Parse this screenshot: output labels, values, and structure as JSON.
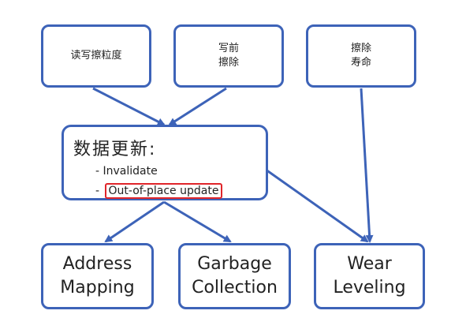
{
  "diagram": {
    "nodes": {
      "rw_granularity": "读写擦粒度",
      "write_before_erase": "写前\n擦除",
      "erase_life": "擦除\n寿命",
      "data_update": {
        "title": "数据更新:",
        "items": [
          "- Invalidate",
          "- ",
          "Out-of-place update"
        ]
      },
      "address_mapping": "Address\nMapping",
      "garbage_collection": "Garbage\nCollection",
      "wear_leveling": "Wear\nLeveling"
    },
    "colors": {
      "box_border": "#3d63b8",
      "arrow": "#3d63b8",
      "highlight": "#e0252a"
    }
  }
}
